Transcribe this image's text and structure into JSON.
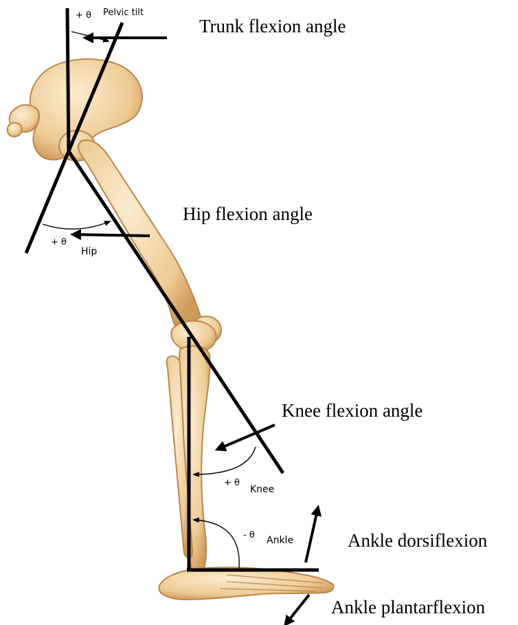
{
  "labels": {
    "trunk_flexion": "Trunk flexion angle",
    "hip_flexion": "Hip flexion angle",
    "knee_flexion": "Knee flexion angle",
    "ankle_dorsiflexion": "Ankle dorsiflexion",
    "ankle_plantarflexion": "Ankle plantarflexion"
  },
  "angles": {
    "pelvic_tilt": {
      "sign": "+ θ",
      "name": "Pelvic tilt"
    },
    "hip": {
      "sign": "+ θ",
      "name": "Hip"
    },
    "knee": {
      "sign": "+ θ",
      "name": "Knee"
    },
    "ankle": {
      "sign": "- θ",
      "name": "Ankle"
    }
  },
  "colors": {
    "bone": "#f2d7a9",
    "bone_outline": "#b8874c",
    "lines": "#000000"
  }
}
